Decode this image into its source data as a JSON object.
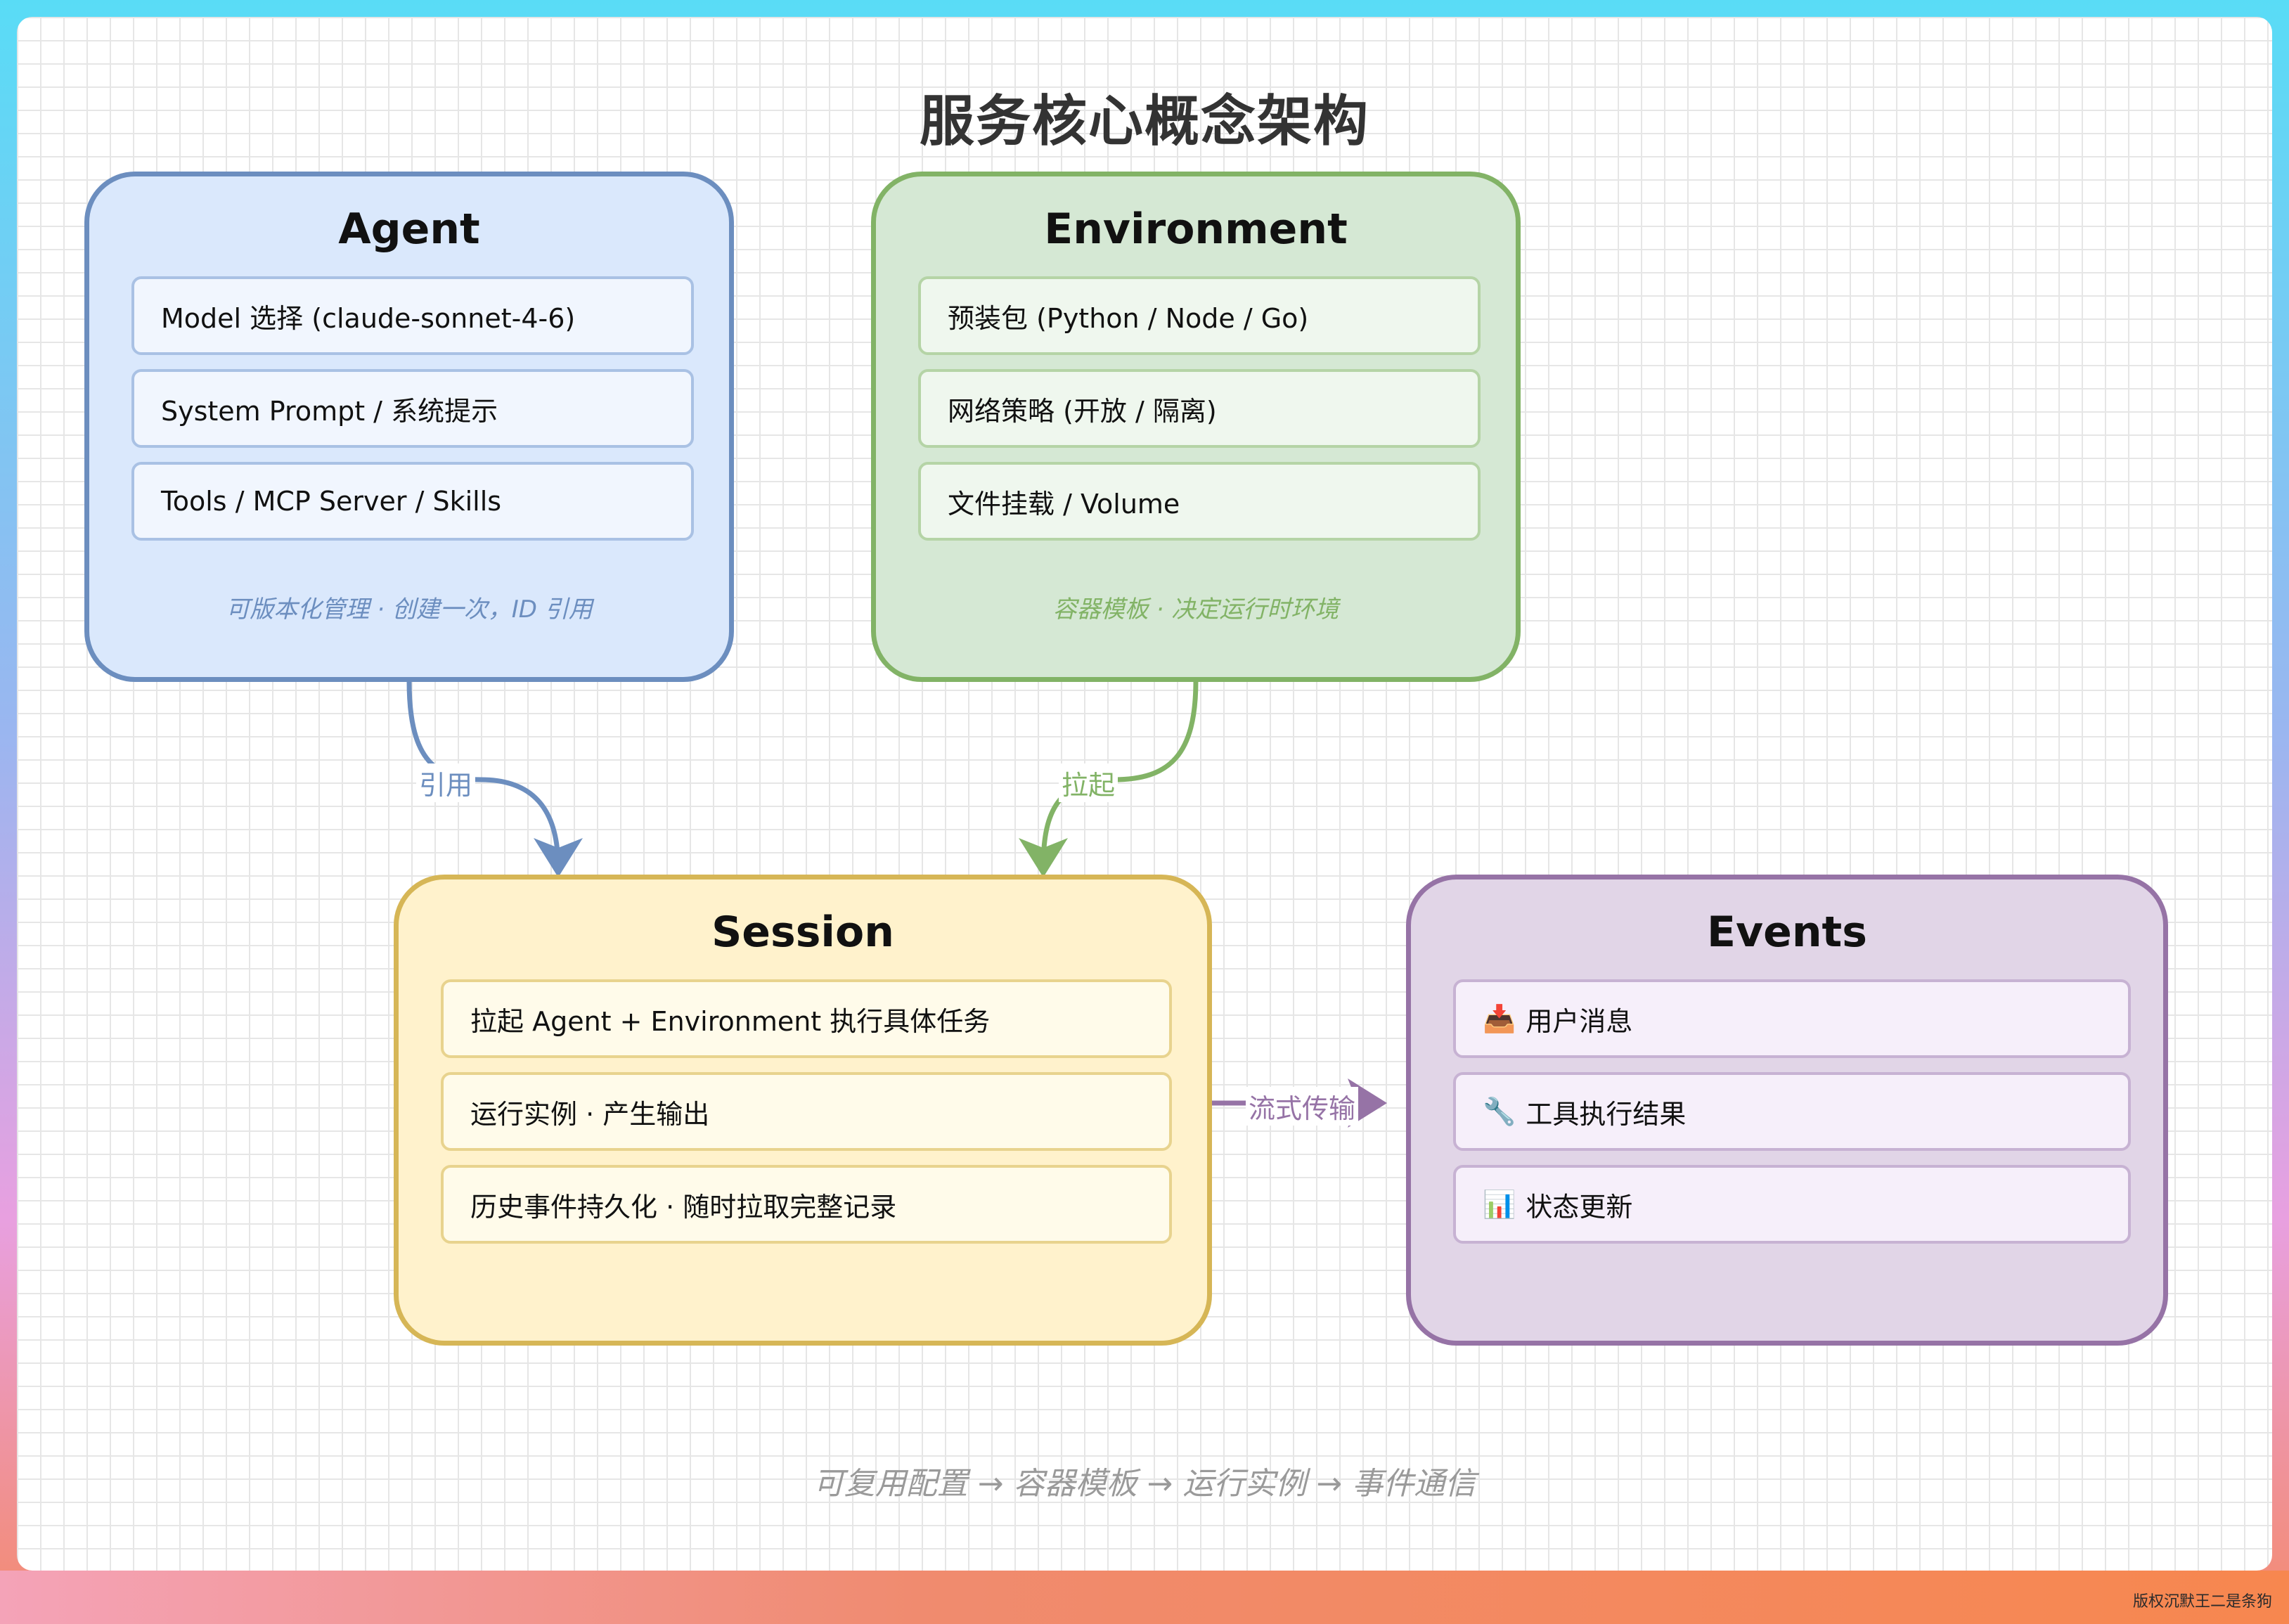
{
  "title": "服务核心概念架构",
  "agent": {
    "title": "Agent",
    "items": [
      "Model 选择 (claude-sonnet-4-6)",
      "System Prompt / 系统提示",
      "Tools / MCP Server / Skills"
    ],
    "note": "可版本化管理 · 创建一次，ID 引用",
    "colors": {
      "border": "#6c8ebf",
      "fill": "#dae8fc",
      "item_fill": "#f1f6fe",
      "item_border": "#a9c1e4",
      "note": "#6c8ebf"
    }
  },
  "environment": {
    "title": "Environment",
    "items": [
      "预装包 (Python / Node / Go)",
      "网络策略 (开放 / 隔离)",
      "文件挂载 / Volume"
    ],
    "note": "容器模板 · 决定运行时环境",
    "colors": {
      "border": "#82b366",
      "fill": "#d5e8d4",
      "item_fill": "#eff7ee",
      "item_border": "#b5d4a6",
      "note": "#82b366"
    }
  },
  "session": {
    "title": "Session",
    "items": [
      "拉起 Agent + Environment 执行具体任务",
      "运行实例 · 产生输出",
      "历史事件持久化 · 随时拉取完整记录"
    ],
    "colors": {
      "border": "#d6b656",
      "fill": "#fff2cc",
      "item_fill": "#fffbea",
      "item_border": "#e8d38e"
    }
  },
  "events": {
    "title": "Events",
    "items": [
      {
        "icon": "inbox-icon",
        "glyph": "📥",
        "label": "用户消息"
      },
      {
        "icon": "wrench-icon",
        "glyph": "🔧",
        "label": "工具执行结果"
      },
      {
        "icon": "bar-chart-icon",
        "glyph": "📊",
        "label": "状态更新"
      }
    ],
    "colors": {
      "border": "#9673a6",
      "fill": "#e1d5e7",
      "item_fill": "#f6effa",
      "item_border": "#c7b2d3"
    }
  },
  "edges": {
    "agent_to_session": "引用",
    "environment_to_session": "拉起",
    "session_to_events": "流式传输"
  },
  "footer": "可复用配置 → 容器模板 → 运行实例 → 事件通信",
  "watermark": "版权沉默王二是条狗"
}
